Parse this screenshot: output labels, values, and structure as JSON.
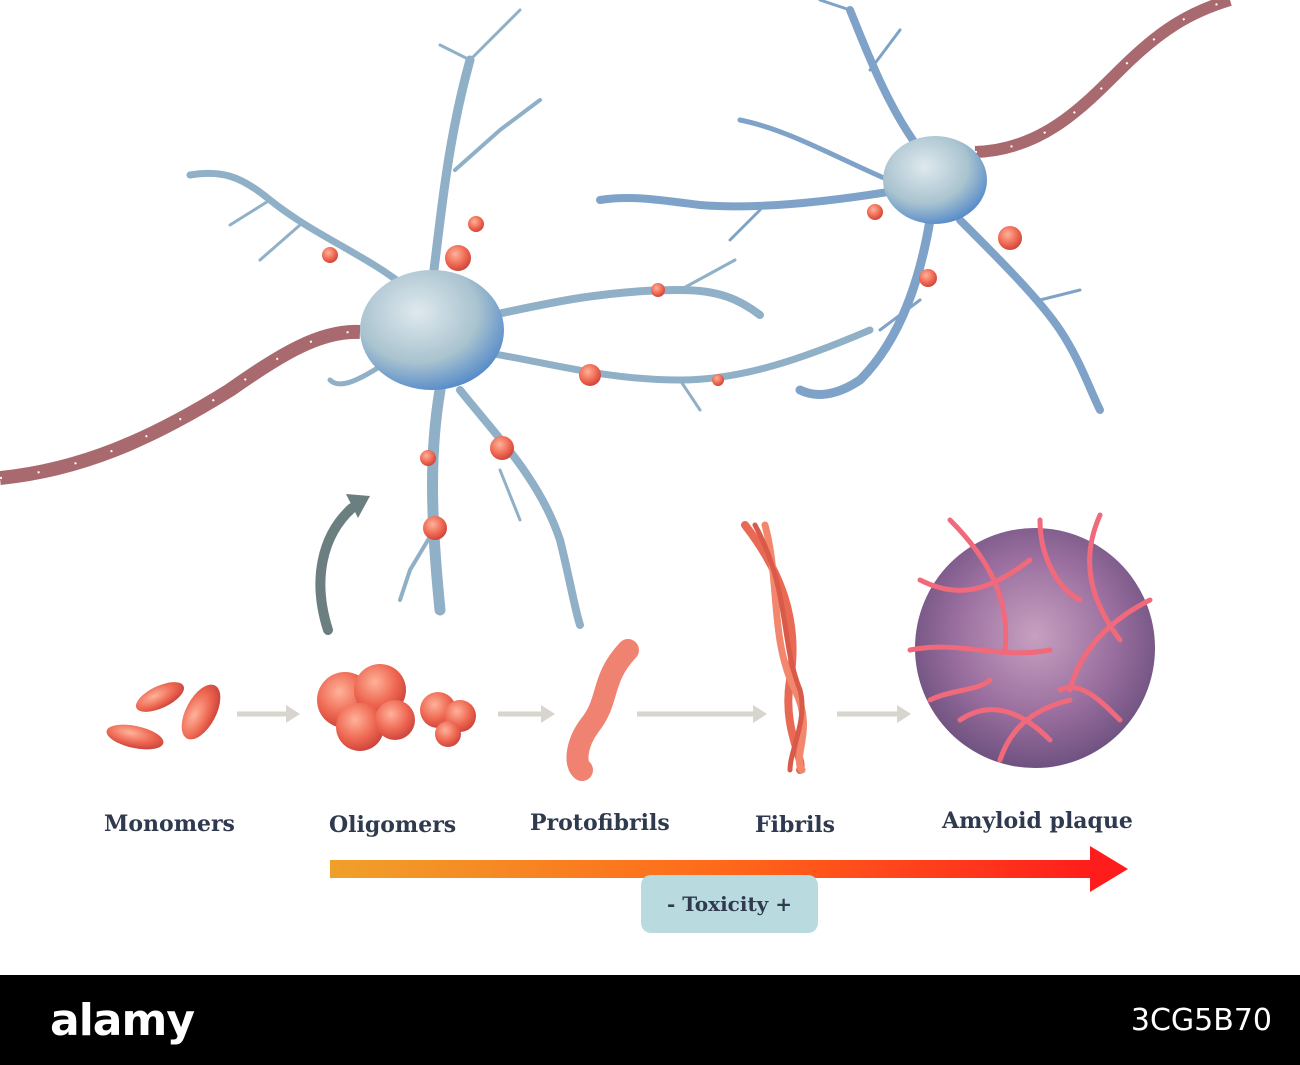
{
  "diagram": {
    "stages": [
      {
        "label": "Monomers"
      },
      {
        "label": "Oligomers"
      },
      {
        "label": "Protofibrils"
      },
      {
        "label": "Fibrils"
      },
      {
        "label": "Amyloid plaque"
      }
    ],
    "toxicity_label": "- Toxicity +",
    "colors": {
      "neuron": "#b7cfd8",
      "neuron_shadow": "#3f7fd0",
      "axon_segment": "#a86a6f",
      "aggregate": "#e8504a",
      "gradient_start": "#f0a02a",
      "gradient_end": "#ff1c1c",
      "stage_arrow": "#d8d4ce",
      "curved_arrow": "#6c7f80",
      "label_text": "#2f3a4f",
      "toxicity_box": "#b9dbe0"
    }
  },
  "footer": {
    "brand": "alamy",
    "image_code": "3CG5B70"
  }
}
